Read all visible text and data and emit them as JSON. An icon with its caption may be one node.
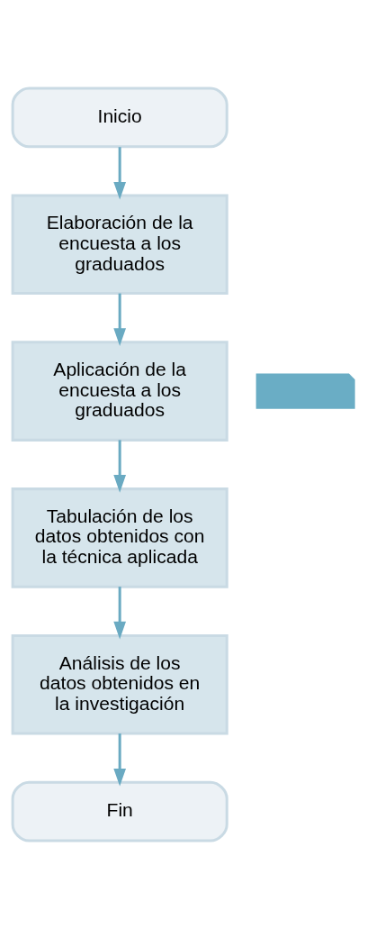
{
  "diagram": {
    "nodes": [
      {
        "text": [
          "Inicio"
        ]
      },
      {
        "text": [
          "Elaboración de la encuesta a los graduados"
        ]
      },
      {
        "text": [
          "Aplicación de la encuesta a los graduados"
        ]
      },
      {
        "text": [
          "Tabulación de los datos obtenidos con la técnica aplicada"
        ]
      },
      {
        "text": [
          "Análisis de los datos obtenidos en la investigación"
        ]
      },
      {
        "text": [
          "Fin"
        ]
      },
      {
        "text": [],
        "shape": "document"
      }
    ],
    "edges": [
      {
        "from": 0,
        "to": 1,
        "arrow": "to"
      },
      {
        "from": 1,
        "to": 2,
        "arrow": "to"
      },
      {
        "from": 2,
        "to": 3,
        "arrow": "to"
      },
      {
        "from": 3,
        "to": 4,
        "arrow": "to"
      },
      {
        "from": 4,
        "to": 5,
        "arrow": "to"
      }
    ]
  }
}
